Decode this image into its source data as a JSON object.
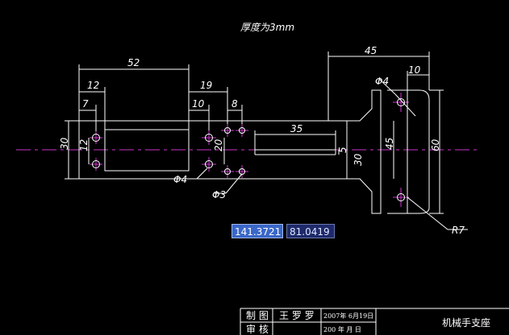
{
  "drawing": {
    "title_note": "厚度为3mm",
    "dimensions": {
      "d52": "52",
      "d12": "12",
      "d7": "7",
      "d19": "19",
      "d10a": "10",
      "d8": "8",
      "d35": "35",
      "d5": "5",
      "d30a": "30",
      "d12v": "12",
      "d20": "20",
      "d30b": "30",
      "d45v": "45",
      "d60": "60",
      "d45h": "45",
      "d10b": "10",
      "phi4a": "Φ4",
      "phi4b": "Φ4",
      "phi3": "Φ3",
      "r7": "R7"
    }
  },
  "dynamic_input": {
    "x_value": "141.3721",
    "y_value": "81.0419"
  },
  "title_block": {
    "draw_label": "制 图",
    "drawer_name": "王 罗 罗",
    "date1": "2007年 6月19日",
    "review_label": "审 核",
    "date2": "200 年 月 日",
    "part_name": "机械手支座"
  },
  "colors": {
    "background": "#000000",
    "lines": "#ffffff",
    "centerlines": "#cc33cc",
    "highlight": "#3a67c8"
  }
}
